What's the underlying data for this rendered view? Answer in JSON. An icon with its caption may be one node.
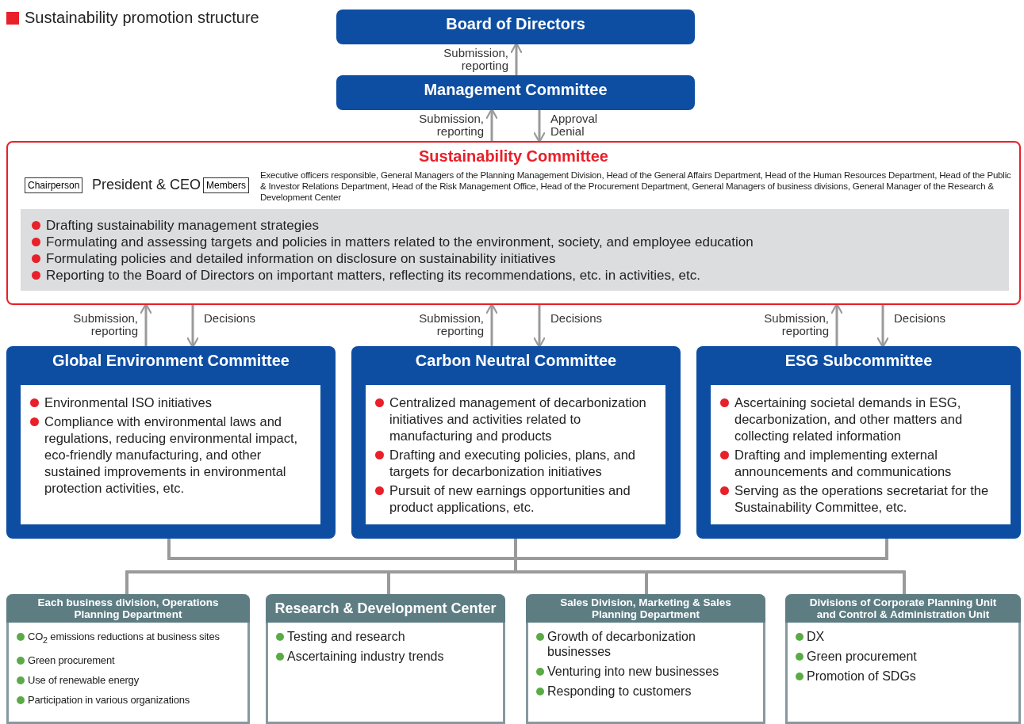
{
  "diagram": {
    "title": "Sustainability promotion structure",
    "nodes": [
      {
        "text": [
          "Board of Directors"
        ]
      },
      {
        "text": [
          "Management Committee"
        ]
      },
      {
        "text": [
          "Sustainability Committee",
          "President & CEO",
          "Executive officers responsible, General Managers of the Planning Management Division, Head of the General Affairs Department, Head of the Human Resources Department, Head of the Public & Investor Relations Department, Head of the Risk Management Office, Head of the Procurement Department, General Managers of business divisions, General Manager of the Research & Development Center"
        ]
      },
      {
        "text": [
          "Chairperson"
        ],
        "in": 2
      },
      {
        "text": [
          "Members"
        ],
        "in": 2
      },
      {
        "text": [
          "Drafting sustainability management strategies",
          "Formulating and assessing targets and policies in matters related to the environment, society, and employee education",
          "Formulating policies and detailed information on disclosure on sustainability initiatives",
          "Reporting to the Board of Directors on important matters, reflecting its recommendations, etc. in activities, etc."
        ],
        "in": 2
      },
      {
        "text": [
          "Global Environment Committee"
        ]
      },
      {
        "text": [
          "Environmental ISO initiatives",
          "Compliance with environmental laws and regulations, reducing environmental impact, eco-friendly manufacturing, and other sustained improvements in environmental protection activities, etc."
        ],
        "in": 6
      },
      {
        "text": [
          "Carbon Neutral Committee"
        ]
      },
      {
        "text": [
          "Centralized management of decarbonization initiatives and activities related to manufacturing and products",
          "Drafting and executing policies, plans, and targets for decarbonization initiatives",
          "Pursuit of new earnings opportunities and product applications, etc."
        ],
        "in": 8
      },
      {
        "text": [
          "ESG Subcommittee"
        ]
      },
      {
        "text": [
          "Ascertaining societal demands in ESG, decarbonization, and other matters and collecting related information",
          "Drafting and implementing external announcements and communications",
          "Serving as the operations secretariat for the Sustainability Committee, etc."
        ],
        "in": 10
      },
      {
        "text": [
          "Each business division, Operations Planning Department",
          "CO$_{2}$ emissions reductions at business sites",
          "Green procurement",
          "Use of renewable energy",
          "Participation in various organizations"
        ]
      },
      {
        "text": [
          "Research & Development Center",
          "Testing and research",
          "Ascertaining industry trends"
        ]
      },
      {
        "text": [
          "Sales Division, Marketing & Sales Planning Department",
          "Growth of decarbonization businesses",
          "Venturing into new businesses",
          "Responding to customers"
        ]
      },
      {
        "text": [
          "Divisions of Corporate Planning Unit and Control & Administration Unit",
          "DX",
          "Green procurement",
          "Promotion of SDGs"
        ]
      }
    ],
    "edges": [
      {
        "from": 1,
        "to": 0,
        "arrow": "to",
        "label": "Submission, reporting"
      },
      {
        "from": 2,
        "to": 1,
        "arrow": "to",
        "label": "Submission, reporting"
      },
      {
        "from": 1,
        "to": 2,
        "arrow": "to",
        "label": "Approval Denial"
      },
      {
        "from": 6,
        "to": 2,
        "arrow": "to",
        "label": "Submission, reporting"
      },
      {
        "from": 2,
        "to": 6,
        "arrow": "to",
        "label": "Decisions"
      },
      {
        "from": 8,
        "to": 2,
        "arrow": "to",
        "label": "Submission, reporting"
      },
      {
        "from": 2,
        "to": 8,
        "arrow": "to",
        "label": "Decisions"
      },
      {
        "from": 10,
        "to": 2,
        "arrow": "to",
        "label": "Submission, reporting"
      },
      {
        "from": 2,
        "to": 10,
        "arrow": "to",
        "label": "Decisions"
      },
      {
        "from": 6,
        "to": 12,
        "arrow": "none"
      },
      {
        "from": 6,
        "to": 13,
        "arrow": "none"
      },
      {
        "from": 6,
        "to": 14,
        "arrow": "none"
      },
      {
        "from": 6,
        "to": 15,
        "arrow": "none"
      },
      {
        "from": 8,
        "to": 12,
        "arrow": "none"
      },
      {
        "from": 8,
        "to": 13,
        "arrow": "none"
      },
      {
        "from": 8,
        "to": 14,
        "arrow": "none"
      },
      {
        "from": 8,
        "to": 15,
        "arrow": "none"
      },
      {
        "from": 10,
        "to": 12,
        "arrow": "none"
      },
      {
        "from": 10,
        "to": 13,
        "arrow": "none"
      },
      {
        "from": 10,
        "to": 14,
        "arrow": "none"
      },
      {
        "from": 10,
        "to": 15,
        "arrow": "none"
      }
    ]
  }
}
